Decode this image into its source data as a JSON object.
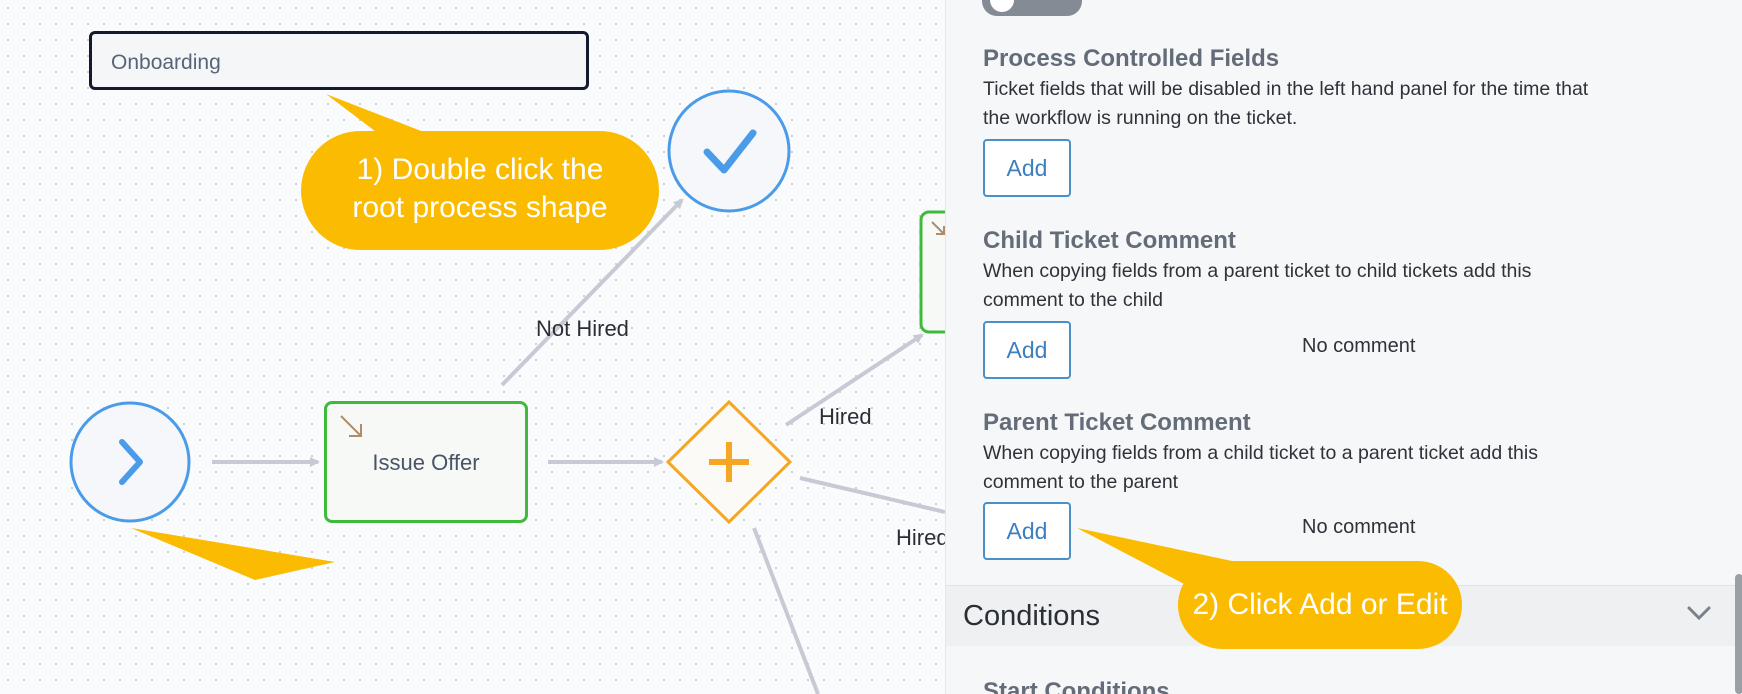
{
  "canvas": {
    "root_process_label": "Onboarding",
    "task_label": "Issue Offer",
    "edge_not_hired": "Not Hired",
    "edge_hired_1": "Hired",
    "edge_hired_2": "Hired",
    "callout_1_line1": "1) Double click the",
    "callout_1_line2": "root process shape",
    "callout_2": "2) Click Add or Edit"
  },
  "panel": {
    "sections": [
      {
        "title": "Process Controlled Fields",
        "desc_line1": "Ticket fields that will be disabled in the left hand panel for the time that",
        "desc_line2": "the workflow is running on the ticket.",
        "button": "Add",
        "value": ""
      },
      {
        "title": "Child Ticket Comment",
        "desc_line1": "When copying fields from a parent ticket to child tickets add this",
        "desc_line2": "comment to the child",
        "button": "Add",
        "value": "No comment"
      },
      {
        "title": "Parent Ticket Comment",
        "desc_line1": "When copying fields from a child ticket to a parent ticket add this",
        "desc_line2": "comment to the parent",
        "button": "Add",
        "value": "No comment"
      }
    ],
    "conditions_title": "Conditions",
    "start_conditions": "Start Conditions"
  },
  "colors": {
    "callout": "#fbbb00",
    "event_blue": "#4a9be8",
    "task_green": "#3fba3c",
    "gateway_orange": "#f5a623",
    "button_blue": "#3d7fbf"
  },
  "icons": [
    "checkmark-icon",
    "chevron-right-icon",
    "plus-icon",
    "chevron-down-icon",
    "task-type-icon"
  ]
}
